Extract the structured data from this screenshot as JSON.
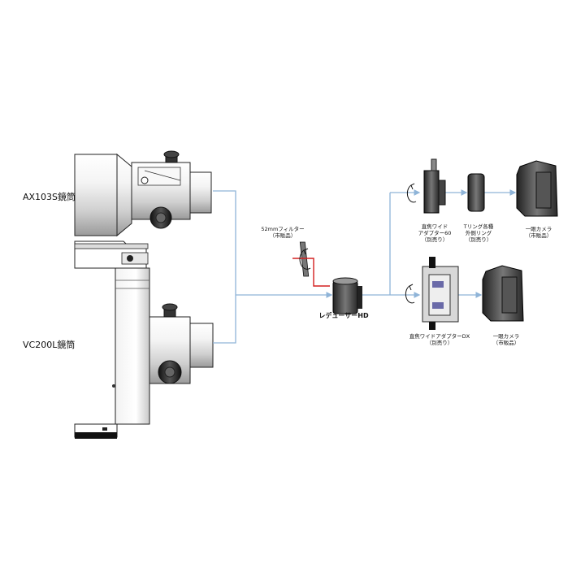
{
  "scopes": {
    "ax103s": "AX103S鏡筒",
    "vc200l": "VC200L鏡筒"
  },
  "filter": {
    "line1": "52mmフィルター",
    "line2": "（市販品）"
  },
  "reducer": {
    "label": "レデューサーHD"
  },
  "wide60": {
    "line1": "直焦ワイド",
    "line2": "アダプター60",
    "line3": "（別売り）"
  },
  "tring": {
    "line1": "Tリング各種",
    "line2": "外側リング",
    "line3": "（別売り）"
  },
  "camera_top": {
    "line1": "一眼カメラ",
    "line2": "（市販品）"
  },
  "wide_dx": {
    "line1": "直焦ワイドアダプターDX",
    "line2": "（別売り）"
  },
  "camera_bottom": {
    "line1": "一眼カメラ",
    "line2": "（市販品）"
  },
  "colors": {
    "connector": "#8fb4d8",
    "filter_link": "#d42020",
    "outline": "#222222"
  }
}
